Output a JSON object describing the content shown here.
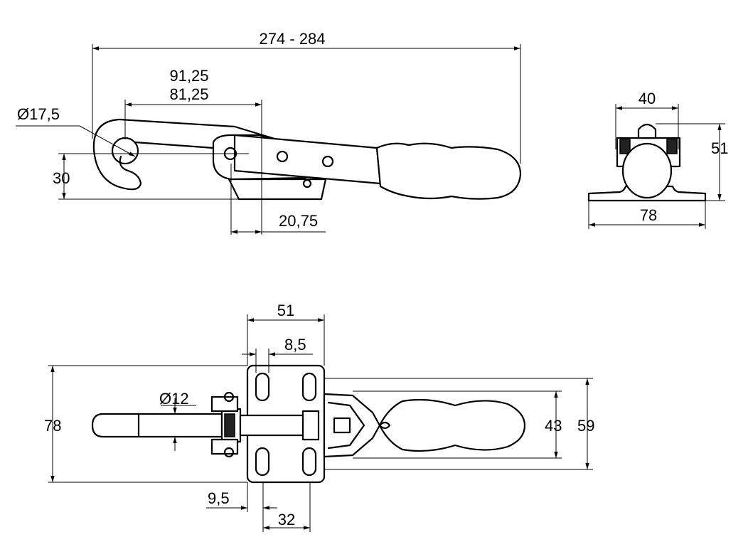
{
  "dimensions": {
    "overall_length": "274 - 284",
    "hook_reach_max": "91,25",
    "hook_reach_min": "81,25",
    "hook_diameter": "Ø17,5",
    "hook_height": "30",
    "base_offset": "20,75",
    "end_width_top": "40",
    "end_height": "51",
    "end_base_width": "78",
    "base_width": "51",
    "slot_width": "8,5",
    "rod_diameter": "Ø12",
    "total_width": "78",
    "inner_width": "43",
    "outer_width": "59",
    "rod_offset": "9,5",
    "slot_spacing": "32"
  }
}
